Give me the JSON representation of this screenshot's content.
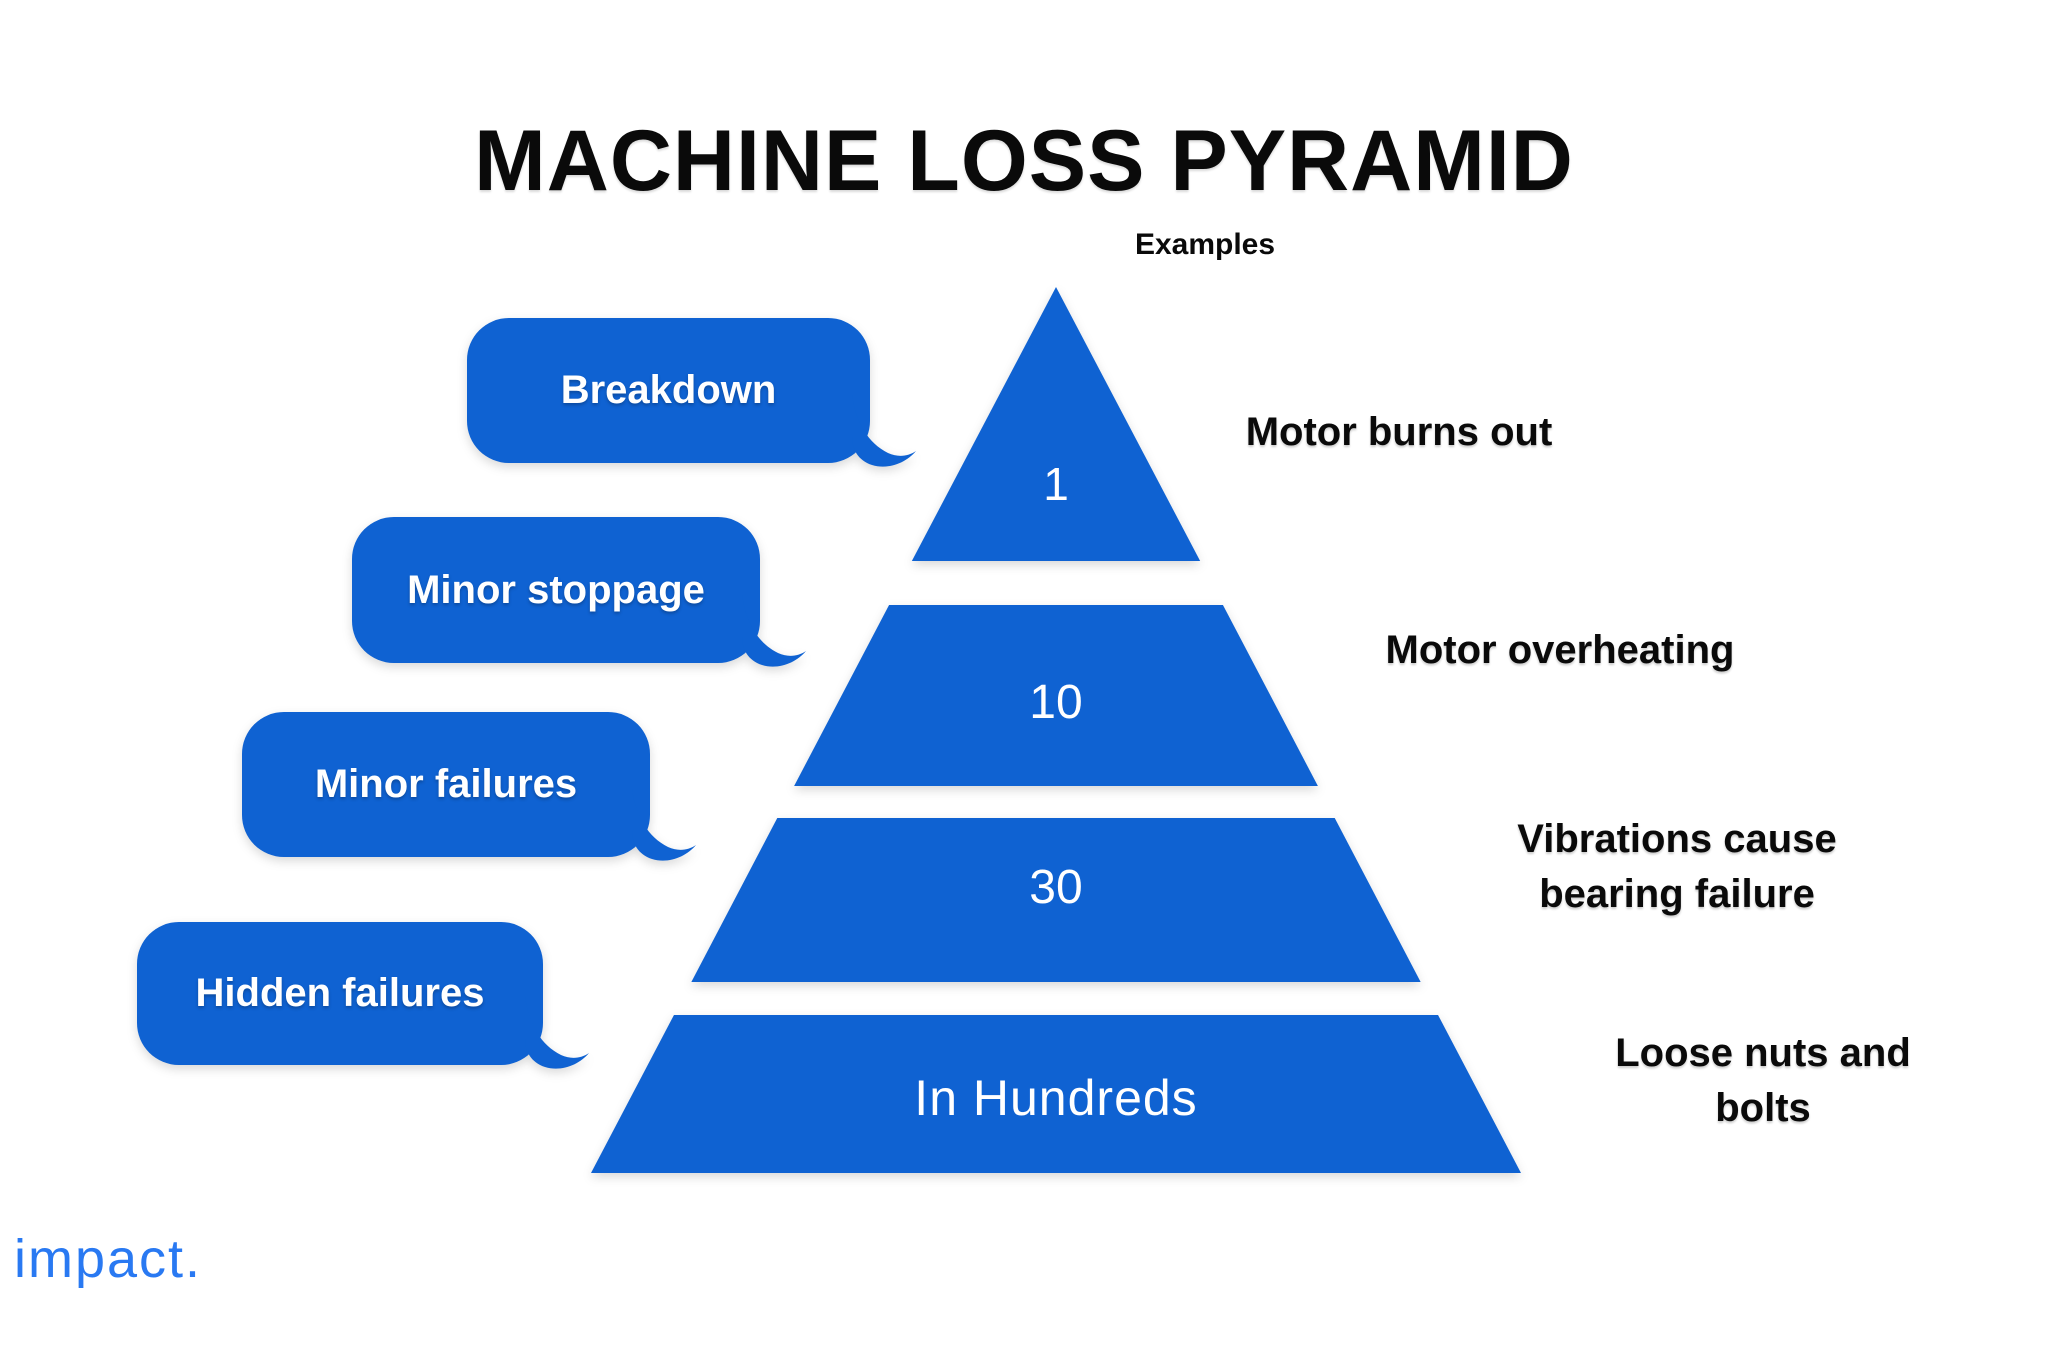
{
  "title": "MACHINE LOSS PYRAMID",
  "examples_header": "Examples",
  "levels": [
    {
      "label": "Breakdown",
      "value": "1",
      "example_lines": [
        "Motor burns out"
      ]
    },
    {
      "label": "Minor stoppage",
      "value": "10",
      "example_lines": [
        "Motor overheating"
      ]
    },
    {
      "label": "Minor failures",
      "value": "30",
      "example_lines": [
        "Vibrations cause",
        "bearing failure"
      ]
    },
    {
      "label": "Hidden failures",
      "value": "In Hundreds",
      "example_lines": [
        "Loose nuts and",
        "bolts"
      ]
    }
  ],
  "logo_text": "impact.",
  "colors": {
    "primary_blue": "#0f62d2",
    "logo_blue": "#2979f2",
    "text_black": "#0a0a0a",
    "label_white": "#ffffff",
    "background": "#ffffff"
  }
}
